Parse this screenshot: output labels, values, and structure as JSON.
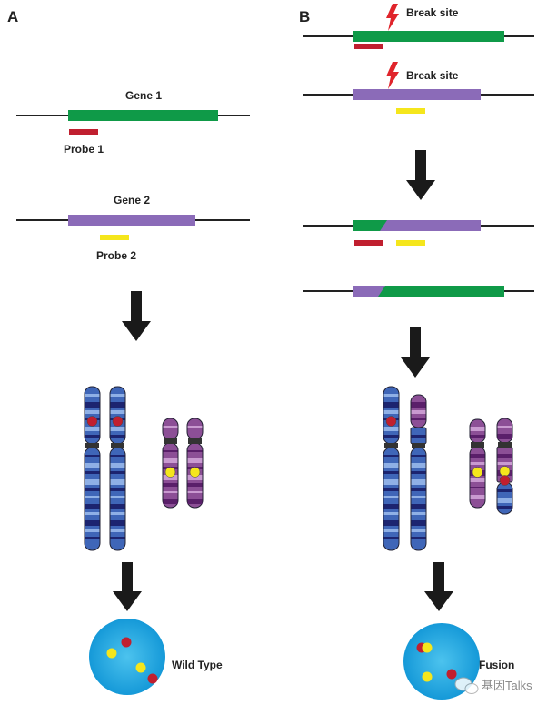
{
  "panels": {
    "a": {
      "label": "A",
      "gene1": "Gene 1",
      "probe1": "Probe 1",
      "gene2": "Gene 2",
      "probe2": "Probe 2",
      "result": "Wild Type"
    },
    "b": {
      "label": "B",
      "break1": "Break site",
      "break2": "Break site",
      "result": "Fusion"
    }
  },
  "watermark": "基因Talks",
  "colors": {
    "gene1": "#0f9a48",
    "gene2": "#8b6bb8",
    "probe1": "#c01f2f",
    "probe2": "#f5e61c",
    "break": "#e0242b",
    "nucleus": "#1ea9e1",
    "chrom_blue": "#3f66b8",
    "chrom_purple": "#8c4f96"
  }
}
